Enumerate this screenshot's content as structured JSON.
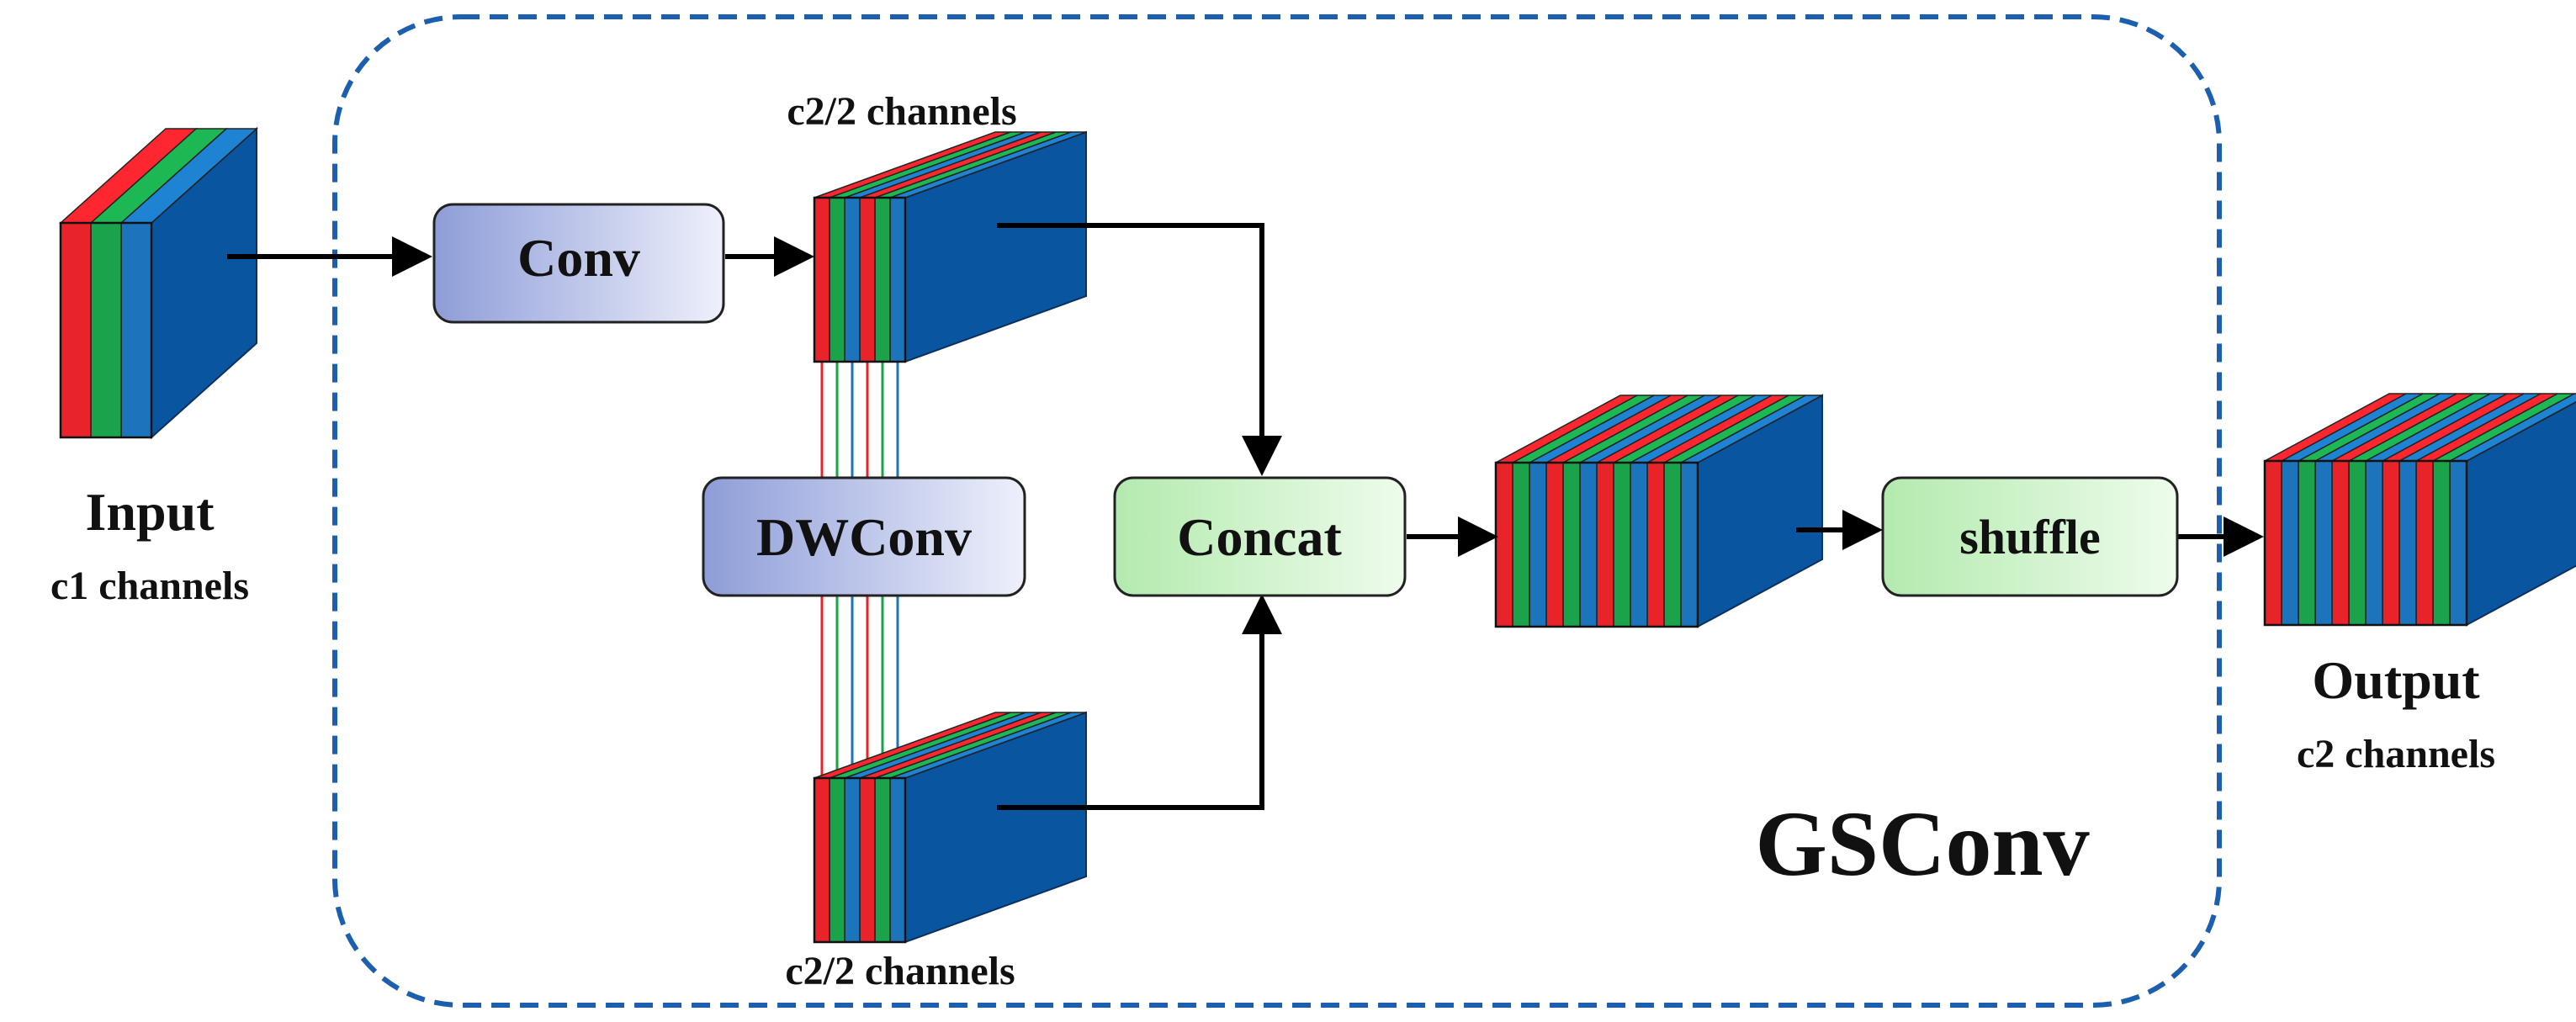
{
  "colors": {
    "red": "#e8232a",
    "green": "#1aa34a",
    "blue": "#1c75bc",
    "dark_blue": "#0a55a0",
    "frame": "#1b5fae",
    "conv_box": "#9aa8dc",
    "concat_box": "#b9ecb4"
  },
  "input": {
    "title": "Input",
    "subtitle": "c1 channels"
  },
  "output": {
    "title": "Output",
    "subtitle": "c2 channels"
  },
  "gsconv": {
    "title": "GSConv"
  },
  "top_branch": {
    "label": "c2/2 channels"
  },
  "bottom_branch": {
    "label": "c2/2 channels"
  },
  "boxes": {
    "conv": "Conv",
    "dwconv": "DWConv",
    "concat": "Concat",
    "shuffle": "shuffle"
  },
  "patterns": {
    "input": [
      "red",
      "green",
      "blue"
    ],
    "branch": [
      "red",
      "green",
      "blue",
      "red",
      "green",
      "blue"
    ],
    "concat": [
      "red",
      "green",
      "blue",
      "red",
      "green",
      "blue",
      "red",
      "green",
      "blue",
      "red",
      "green",
      "blue"
    ],
    "output": [
      "red",
      "blue",
      "green",
      "blue",
      "red",
      "green",
      "blue",
      "red",
      "blue",
      "red",
      "green",
      "blue"
    ]
  }
}
